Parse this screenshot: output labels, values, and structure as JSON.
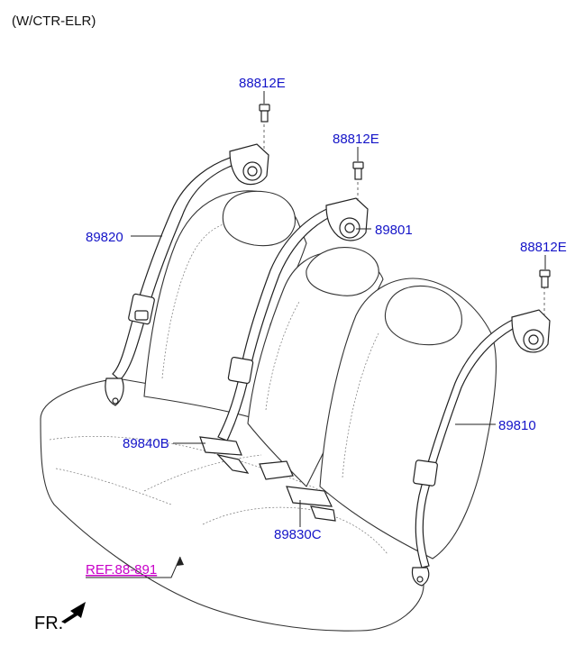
{
  "header": {
    "variant": "(W/CTR-ELR)"
  },
  "callouts": [
    {
      "id": "bolt-left",
      "text": "88812E",
      "kind": "part"
    },
    {
      "id": "bolt-center",
      "text": "88812E",
      "kind": "part"
    },
    {
      "id": "bolt-right",
      "text": "88812E",
      "kind": "part"
    },
    {
      "id": "retractor-center",
      "text": "89801",
      "kind": "part"
    },
    {
      "id": "belt-left",
      "text": "89820",
      "kind": "part"
    },
    {
      "id": "belt-right",
      "text": "89810",
      "kind": "part"
    },
    {
      "id": "buckle-left",
      "text": "89840B",
      "kind": "part"
    },
    {
      "id": "buckle-center",
      "text": "89830C",
      "kind": "part"
    },
    {
      "id": "reference",
      "text": "REF.88-891",
      "kind": "ref"
    }
  ],
  "direction": {
    "text": "FR."
  },
  "colors": {
    "part_label": "#1414c8",
    "ref_label": "#c800c8",
    "line": "#222222"
  }
}
